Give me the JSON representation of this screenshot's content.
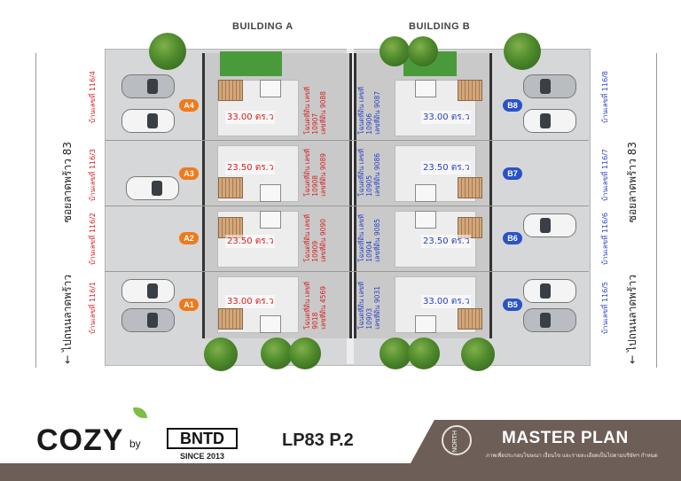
{
  "buildings": {
    "a": "BUILDING A",
    "b": "BUILDING B"
  },
  "roads": {
    "left_name": "ซอยลาดพร้าว 83",
    "right_name": "ซอยลาดพร้าว 83",
    "left_direction": "← ไปถนนลาดพร้าว",
    "right_direction": "← ไปถนนลาดพร้าว"
  },
  "units_a": [
    {
      "code": "A4",
      "house_no": "บ้านเลขที่ 116/4",
      "area": "33.00 ตร.ว",
      "deed_line1": "โฉนดที่ดิน เลขที่",
      "deed_line2": "10907",
      "deed_line3": "เลขที่ดิน 9088"
    },
    {
      "code": "A3",
      "house_no": "บ้านเลขที่ 116/3",
      "area": "23.50 ตร.ว",
      "deed_line1": "โฉนดที่ดิน เลขที่",
      "deed_line2": "10908",
      "deed_line3": "เลขที่ดิน 9089"
    },
    {
      "code": "A2",
      "house_no": "บ้านเลขที่ 116/2",
      "area": "23.50 ตร.ว",
      "deed_line1": "โฉนดที่ดิน เลขที่",
      "deed_line2": "10909",
      "deed_line3": "เลขที่ดิน 9090"
    },
    {
      "code": "A1",
      "house_no": "บ้านเลขที่ 116/1",
      "area": "33.00 ตร.ว",
      "deed_line1": "โฉนดที่ดิน เลขที่",
      "deed_line2": "9018",
      "deed_line3": "เลขที่ดิน 4569"
    }
  ],
  "units_b": [
    {
      "code": "B8",
      "house_no": "บ้านเลขที่ 116/8",
      "area": "33.00 ตร.ว",
      "deed_line1": "โฉนดที่ดิน เลขที่",
      "deed_line2": "10906",
      "deed_line3": "เลขที่ดิน 9087"
    },
    {
      "code": "B7",
      "house_no": "บ้านเลขที่ 116/7",
      "area": "23.50 ตร.ว",
      "deed_line1": "โฉนดที่ดิน เลขที่",
      "deed_line2": "10905",
      "deed_line3": "เลขที่ดิน 9086"
    },
    {
      "code": "B6",
      "house_no": "บ้านเลขที่ 116/6",
      "area": "23.50 ตร.ว",
      "deed_line1": "โฉนดที่ดิน เลขที่",
      "deed_line2": "10904",
      "deed_line3": "เลขที่ดิน 9085"
    },
    {
      "code": "B5",
      "house_no": "บ้านเลขที่ 116/5",
      "area": "33.00 ตร.ว",
      "deed_line1": "โฉนดที่ดิน เลขที่",
      "deed_line2": "10903",
      "deed_line3": "เลขที่ดิน 9031"
    }
  ],
  "branding": {
    "logo_main": "COZY",
    "logo_by": "by",
    "partner": "BNTD",
    "since": "SINCE 2013",
    "project": "LP83 P.2"
  },
  "master_plan": {
    "title": "MASTER PLAN",
    "subtitle": "ภาพเพื่อประกอบโฆษณา เงื่อนไข และรายละเอียดเป็นไปตามบริษัทฯ กำหนด",
    "north": "NORTH"
  },
  "colors": {
    "a_badge": "#f07a1a",
    "b_badge": "#2a52c8",
    "a_text": "#d8201f",
    "b_text": "#2a3fc8",
    "footer_dark": "#6d5e58"
  }
}
